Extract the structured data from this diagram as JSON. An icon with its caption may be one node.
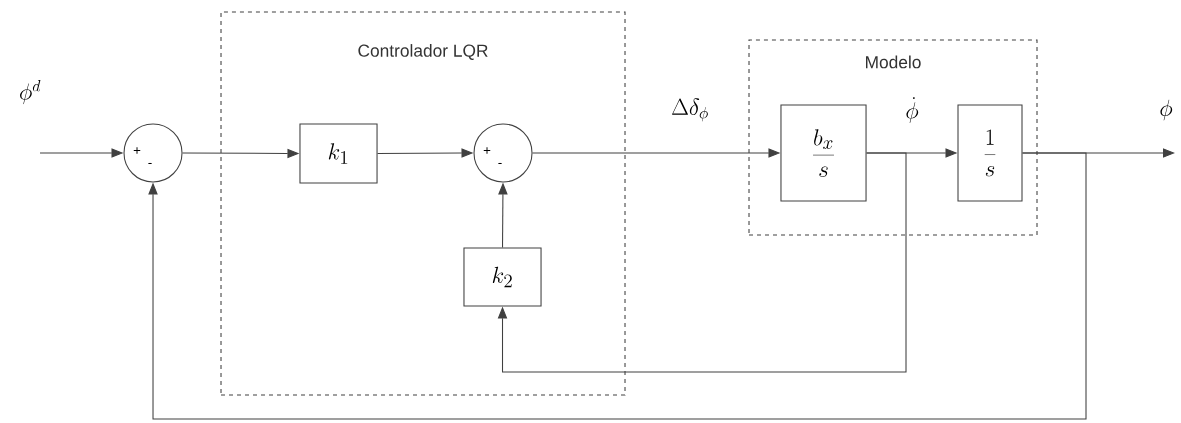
{
  "diagram": {
    "nodes": [
      {
        "text": [
          "Controlador LQR"
        ]
      },
      {
        "text": [
          "Modelo"
        ]
      },
      {
        "text": [
          "+",
          "-"
        ]
      },
      {
        "text": [
          "k_{1}"
        ],
        "in": 0
      },
      {
        "text": [
          "+",
          "-"
        ],
        "in": 0
      },
      {
        "text": [
          "k_{2}"
        ],
        "in": 0
      },
      {
        "text": [
          "\\frac{b_{x}}{s}"
        ],
        "in": 1
      },
      {
        "text": [
          "\\frac{1}{s}"
        ],
        "in": 1
      }
    ],
    "edges": [
      {
        "from": null,
        "to": 2,
        "arrow": "to",
        "label": "\\phi^{d}"
      },
      {
        "from": 2,
        "to": 3,
        "arrow": "to"
      },
      {
        "from": 3,
        "to": 4,
        "arrow": "to"
      },
      {
        "from": 4,
        "to": 6,
        "arrow": "to",
        "label": "\\Delta\\delta_{\\phi}"
      },
      {
        "from": 6,
        "to": 7,
        "arrow": "to",
        "label": "\\dot{\\phi}"
      },
      {
        "from": 7,
        "to": null,
        "arrow": "to",
        "label": "\\phi"
      },
      {
        "from": 6,
        "to": 5,
        "arrow": "to"
      },
      {
        "from": 5,
        "to": 4,
        "arrow": "to"
      },
      {
        "from": 7,
        "to": 2,
        "arrow": "to"
      }
    ]
  }
}
